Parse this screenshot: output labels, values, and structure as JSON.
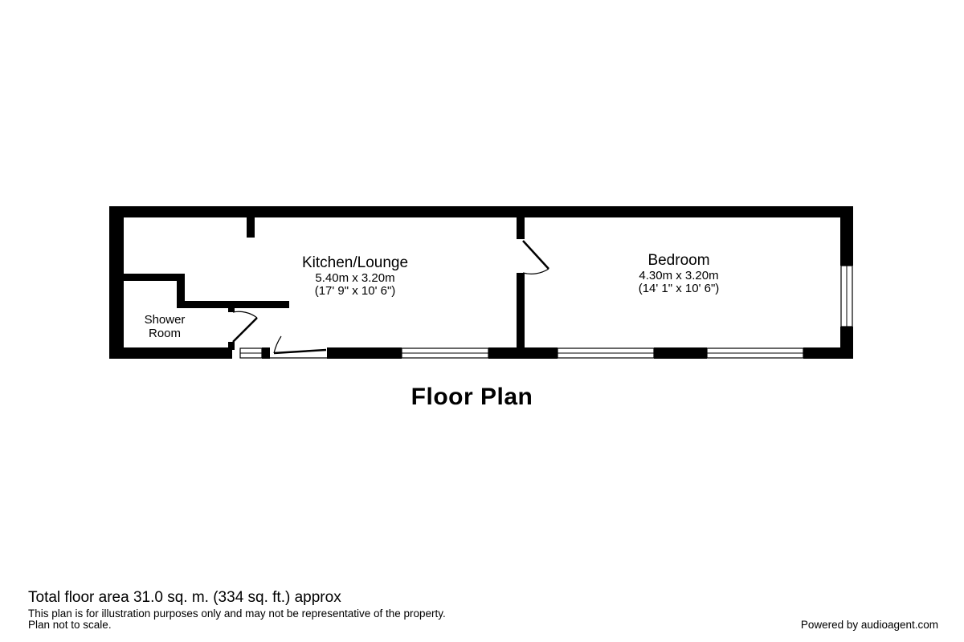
{
  "plan": {
    "title": "Floor Plan",
    "rooms": [
      {
        "name": "Kitchen/Lounge",
        "metric": "5.40m x 3.20m",
        "imperial": "(17' 9\" x 10' 6\")"
      },
      {
        "name": "Bedroom",
        "metric": "4.30m x 3.20m",
        "imperial": "(14' 1\" x 10' 6\")"
      },
      {
        "name_line1": "Shower",
        "name_line2": "Room"
      }
    ],
    "wall_color": "#000000"
  },
  "footer": {
    "total_area": "Total floor area 31.0 sq. m. (334 sq. ft.) approx",
    "disclaimer_line1": "This plan is for illustration purposes only and may not be representative of the property.",
    "disclaimer_line2": "Plan not to scale.",
    "powered_by": "Powered by audioagent.com"
  }
}
